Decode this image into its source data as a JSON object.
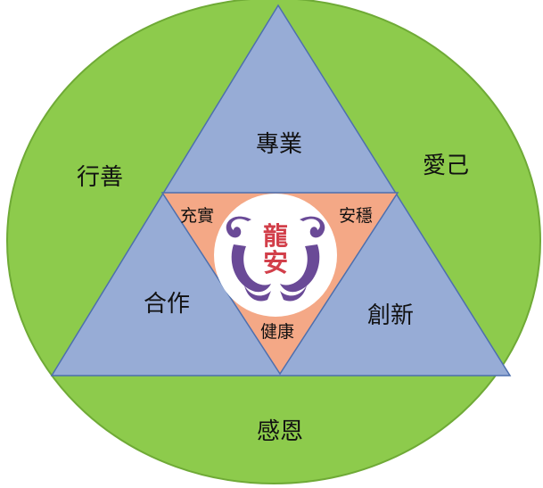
{
  "colors": {
    "circle": "#8dcb4c",
    "circle_edge": "#6faa36",
    "triangle_blue": "#97acd6",
    "triangle_edge": "#4d6fae",
    "inner_orange": "#f4a886",
    "logo_ring": "#ffffff",
    "logo_purple": "#6a4a97",
    "logo_red": "#d23f4a"
  },
  "outer": {
    "left_value": "行善",
    "right_value": "愛己",
    "bottom_value": "感恩"
  },
  "triangles": {
    "top": "專業",
    "left": "合作",
    "right": "創新"
  },
  "inner": {
    "top_left": "充實",
    "top_right": "安穩",
    "bottom": "健康"
  },
  "logo": {
    "line1": "龍",
    "line2": "安"
  }
}
